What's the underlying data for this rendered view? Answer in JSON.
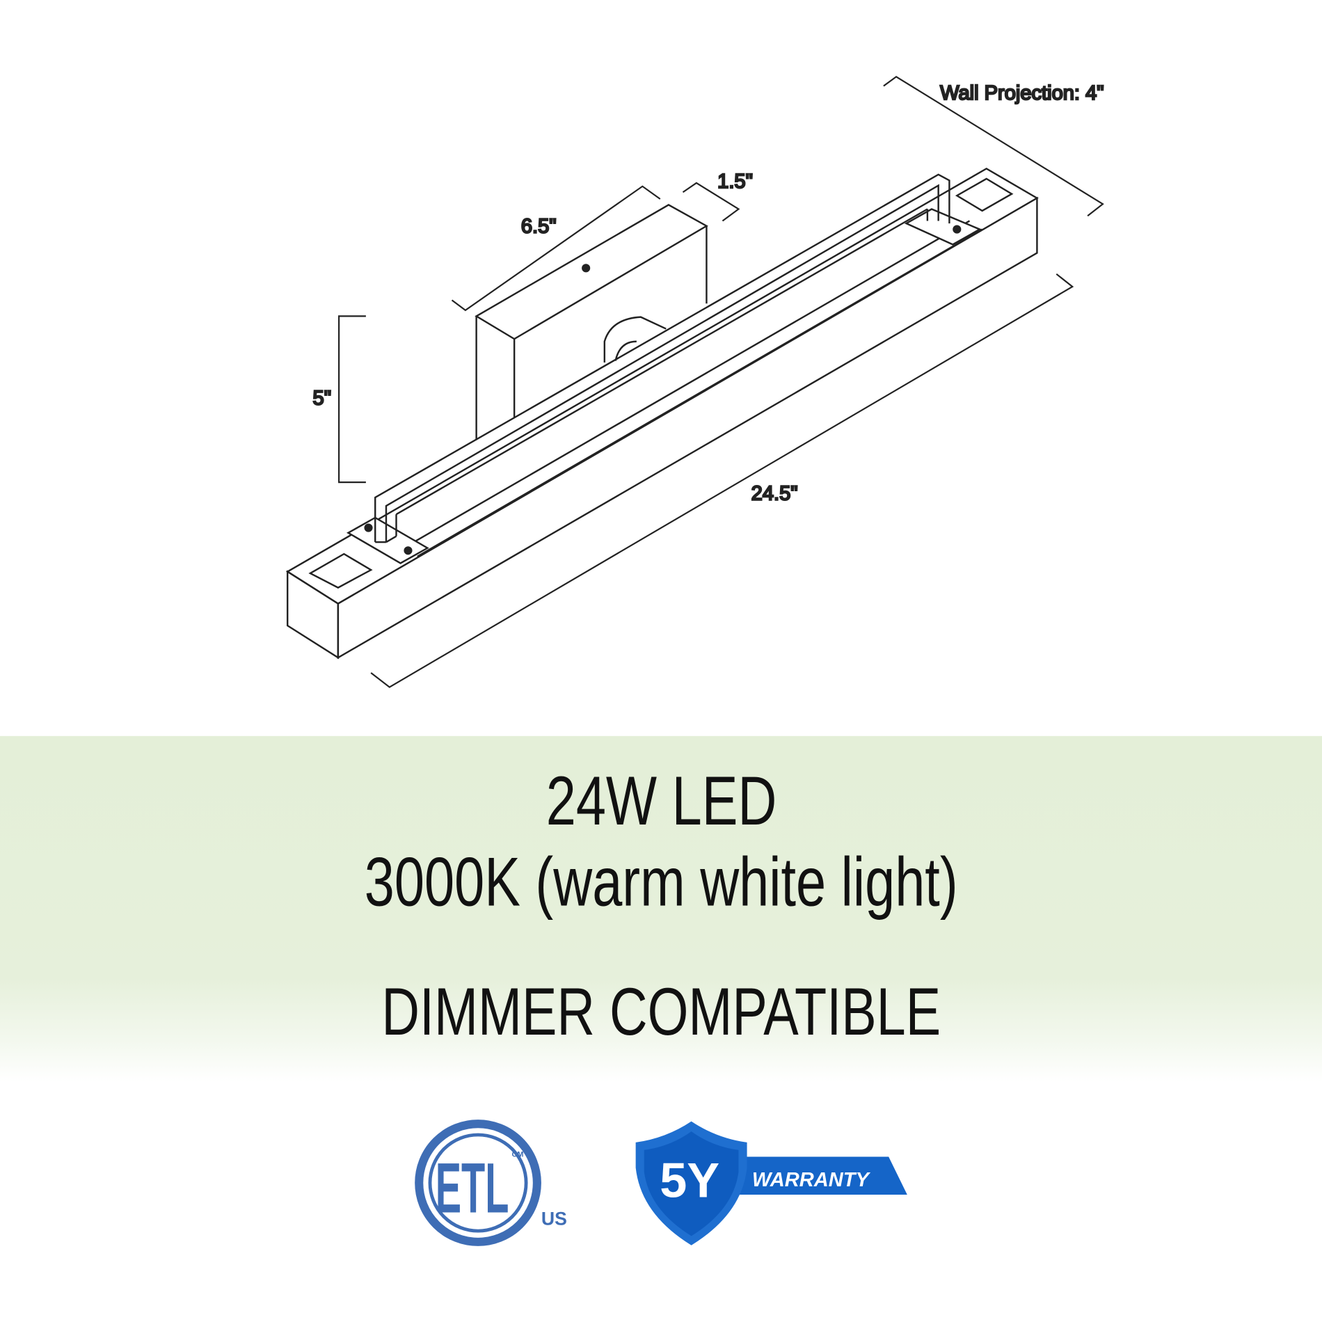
{
  "dimensions": {
    "wall_projection": "Wall Projection: 4\"",
    "depth": "1.5\"",
    "backplate_width": "6.5\"",
    "height": "5\"",
    "length": "24.5\""
  },
  "specs": {
    "wattage": "24W LED",
    "color_temp": "3000K (warm white light)",
    "dimmer": "DIMMER COMPATIBLE"
  },
  "badges": {
    "etl": {
      "letters": "ETL",
      "cm": "CM",
      "country": "US",
      "color": "#3e6db5"
    },
    "warranty": {
      "years": "5Y",
      "label": "WARRANTY",
      "color": "#1565c8"
    }
  },
  "colors": {
    "band": "#e4efd8"
  }
}
